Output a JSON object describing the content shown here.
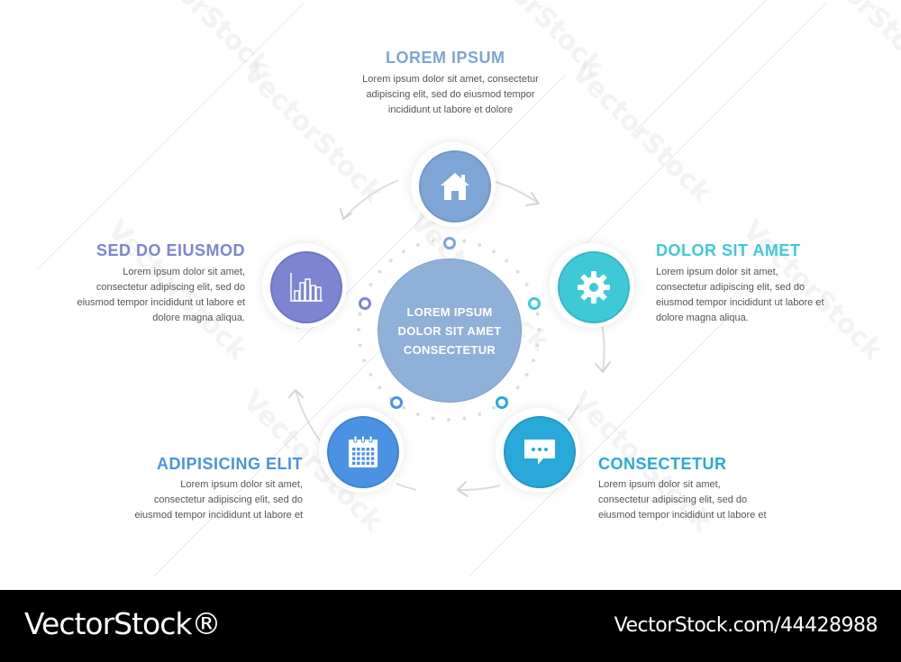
{
  "center": {
    "lines": [
      "LOREM IPSUM",
      "DOLOR SIT AMET",
      "CONSECTETUR"
    ],
    "color": "#8fb0d8"
  },
  "steps": [
    {
      "title": "LOREM IPSUM",
      "color": "#7ea5d6",
      "icon": "house-icon",
      "text": [
        "Lorem ipsum dolor sit amet, consectetur",
        "adipiscing elit, sed do eiusmod tempor",
        "incididunt ut labore et dolore"
      ]
    },
    {
      "title": "DOLOR SIT AMET",
      "color": "#3ec9d6",
      "icon": "gear-icon",
      "text": [
        "Lorem ipsum dolor sit amet,",
        "consectetur adipiscing elit, sed do",
        "eiusmod tempor incididunt ut labore et",
        "dolore magna aliqua."
      ]
    },
    {
      "title": "CONSECTETUR",
      "color": "#29a9da",
      "icon": "chat-bubble-icon",
      "text": [
        "Lorem ipsum dolor sit amet,",
        "consectetur adipiscing elit, sed do",
        "eiusmod tempor incididunt ut labore et"
      ]
    },
    {
      "title": "ADIPISICING ELIT",
      "color": "#4b92e3",
      "icon": "calendar-icon",
      "text": [
        "Lorem ipsum dolor sit amet,",
        "consectetur adipiscing elit, sed do",
        "eiusmod tempor incididunt ut labore et"
      ]
    },
    {
      "title": "SED DO EIUSMOD",
      "color": "#7d85d2",
      "icon": "bar-chart-icon",
      "text": [
        "Lorem ipsum dolor sit amet,",
        "consectetur adipiscing elit, sed do",
        "eiusmod tempor incididunt ut labore et",
        "dolore magna aliqua."
      ]
    }
  ],
  "watermark": "VectorStock",
  "footer": {
    "brand": "VectorStock®",
    "image_id": "VectorStock.com/44428988"
  }
}
